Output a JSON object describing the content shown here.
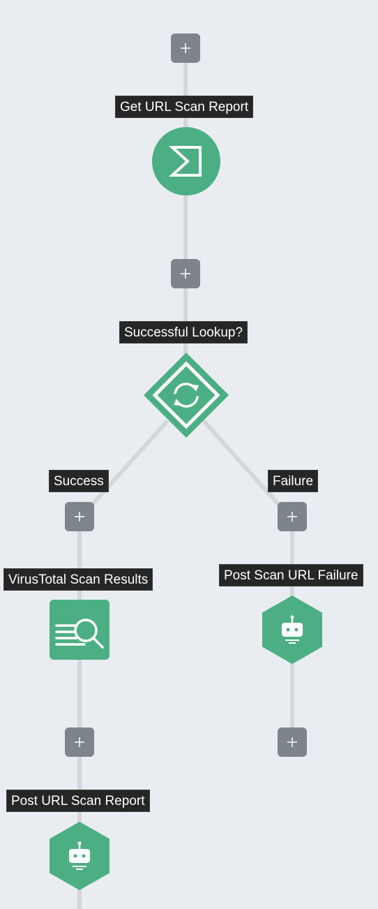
{
  "colors": {
    "accent": "#4caf83",
    "add_button": "#7e848c",
    "connector": "#d4d7da",
    "label_bg": "#262626",
    "canvas": "#e9edf1"
  },
  "nodes": {
    "get_scan_report": {
      "label": "Get URL Scan Report",
      "icon": "sigma-icon"
    },
    "successful_lookup": {
      "label": "Successful Lookup?",
      "icon": "sync-icon"
    },
    "virustotal_results": {
      "label": "VirusTotal Scan Results",
      "icon": "search-list-icon"
    },
    "post_scan_failure": {
      "label": "Post Scan URL Failure",
      "icon": "bot-icon"
    },
    "post_url_scan_report": {
      "label": "Post URL Scan Report",
      "icon": "bot-icon"
    }
  },
  "branches": {
    "success": "Success",
    "failure": "Failure"
  },
  "add_button": {
    "icon": "plus-icon"
  }
}
